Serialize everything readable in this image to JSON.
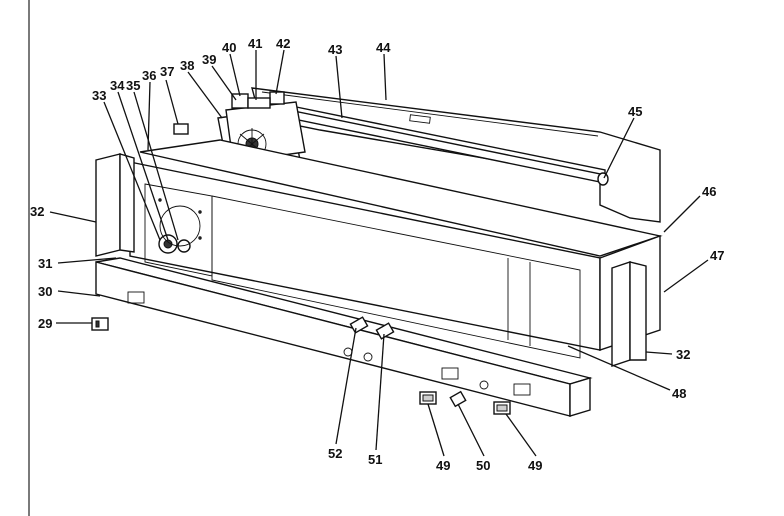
{
  "diagram": {
    "callouts": [
      {
        "id": "c29",
        "label": "29"
      },
      {
        "id": "c30",
        "label": "30"
      },
      {
        "id": "c31",
        "label": "31"
      },
      {
        "id": "c32a",
        "label": "32"
      },
      {
        "id": "c32b",
        "label": "32"
      },
      {
        "id": "c33",
        "label": "33"
      },
      {
        "id": "c34",
        "label": "34"
      },
      {
        "id": "c35",
        "label": "35"
      },
      {
        "id": "c36",
        "label": "36"
      },
      {
        "id": "c37",
        "label": "37"
      },
      {
        "id": "c38",
        "label": "38"
      },
      {
        "id": "c39",
        "label": "39"
      },
      {
        "id": "c40",
        "label": "40"
      },
      {
        "id": "c41",
        "label": "41"
      },
      {
        "id": "c42",
        "label": "42"
      },
      {
        "id": "c43",
        "label": "43"
      },
      {
        "id": "c44",
        "label": "44"
      },
      {
        "id": "c45",
        "label": "45"
      },
      {
        "id": "c46",
        "label": "46"
      },
      {
        "id": "c47",
        "label": "47"
      },
      {
        "id": "c48",
        "label": "48"
      },
      {
        "id": "c49a",
        "label": "49"
      },
      {
        "id": "c49b",
        "label": "49"
      },
      {
        "id": "c50",
        "label": "50"
      },
      {
        "id": "c51",
        "label": "51"
      },
      {
        "id": "c52",
        "label": "52"
      }
    ]
  }
}
